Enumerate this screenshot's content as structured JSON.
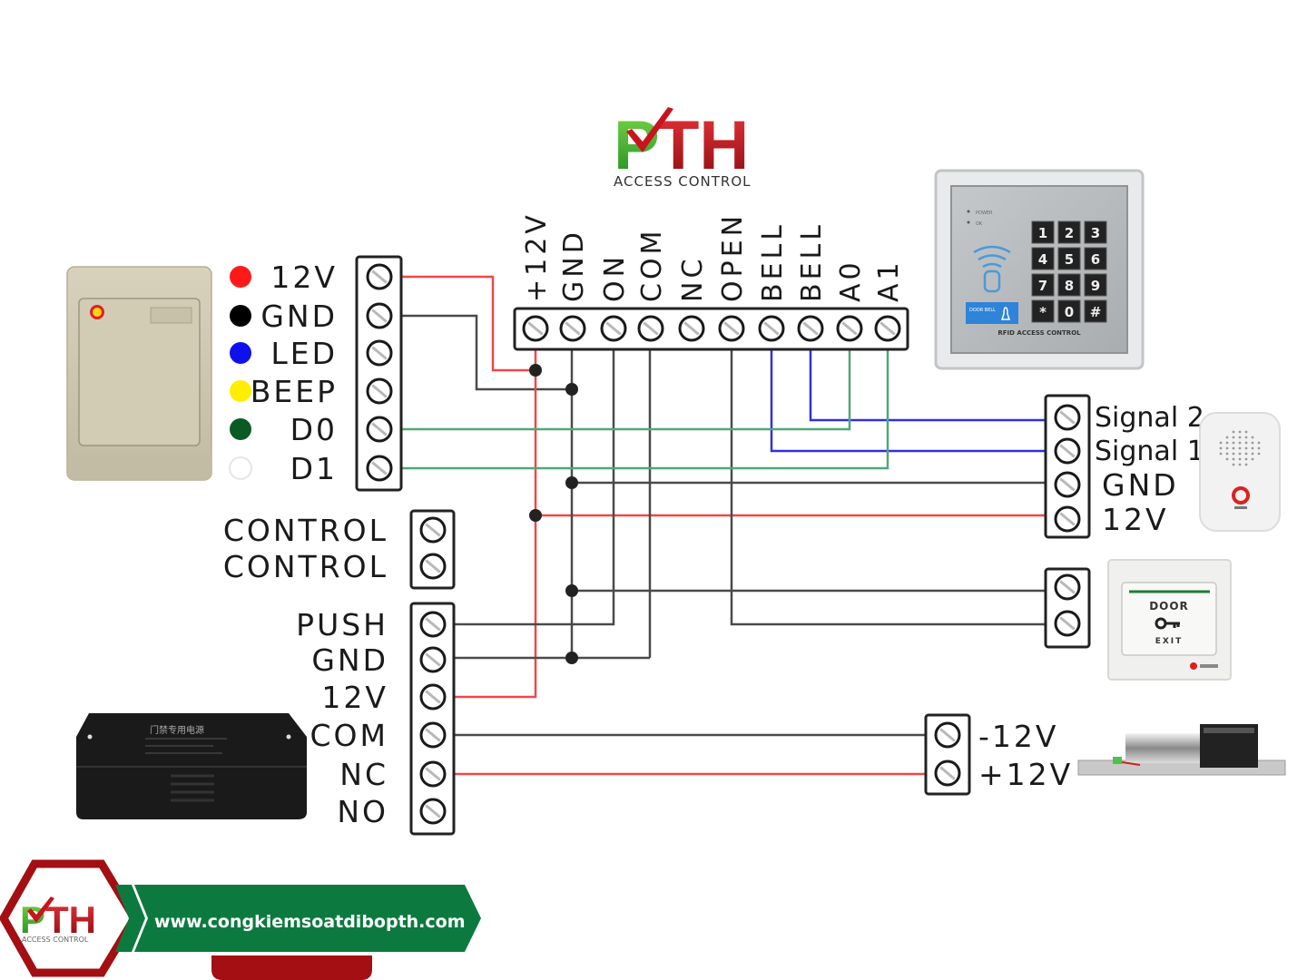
{
  "logo": {
    "brand": "PTH",
    "subtitle": "ACCESS CONTROL",
    "colors": {
      "green": "#2fa82a",
      "red": "#c8141c",
      "gray": "#333333"
    }
  },
  "controller": {
    "terminals": [
      "+12V",
      "GND",
      "ON",
      "COM",
      "NC",
      "OPEN",
      "BELL",
      "BELL",
      "A0",
      "A1"
    ],
    "device": {
      "name": "RFID keypad access control",
      "panel_text": "RFID ACCESS CONTROL",
      "leds": [
        "POWER",
        "OK"
      ],
      "keys": [
        "1",
        "2",
        "3",
        "4",
        "5",
        "6",
        "7",
        "8",
        "9",
        "*",
        "0",
        "#"
      ],
      "door_bell_label": "DOOR BELL"
    }
  },
  "reader": {
    "name": "RFID card reader",
    "pins": [
      {
        "label": "12V",
        "color": "#ff1a1a"
      },
      {
        "label": "GND",
        "color": "#000000"
      },
      {
        "label": "LED",
        "color": "#1010ee"
      },
      {
        "label": "BEEP",
        "color": "#ffee00"
      },
      {
        "label": "D0",
        "color": "#0a5a24"
      },
      {
        "label": "D1",
        "color": "#ffffff"
      }
    ]
  },
  "power_supply": {
    "name": "Access control power supply",
    "control_pins": [
      "CONTROL",
      "CONTROL"
    ],
    "pins": [
      "PUSH",
      "GND",
      "12V",
      "COM",
      "NC",
      "NO"
    ]
  },
  "doorbell": {
    "name": "Door bell",
    "pins": [
      "Signal 2",
      "Signal 1",
      "GND",
      "12V"
    ]
  },
  "exit_button": {
    "name": "Exit button",
    "text_top": "DOOR",
    "text_bottom": "EXIT"
  },
  "lock": {
    "name": "Electric bolt lock",
    "pins": [
      "-12V",
      "+12V"
    ]
  },
  "wire_colors": {
    "power": "#f04848",
    "ground": "#4a4a4a",
    "bell": "#3030e0",
    "data": "#50a878"
  },
  "footer": {
    "logo_brand": "PTH",
    "logo_subtitle": "ACCESS CONTROL",
    "website": "www.congkiemsoatdibopth.com",
    "banner_color": "#0c7a3e",
    "accent_color": "#a30f12"
  }
}
